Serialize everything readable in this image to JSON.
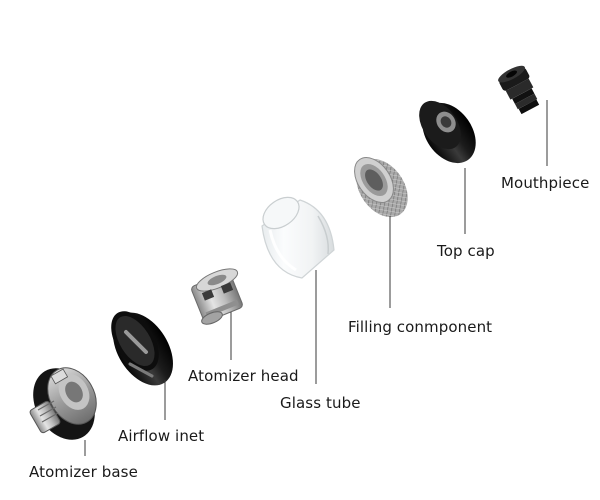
{
  "labels": {
    "atomizer_base": "Atomizer base",
    "airflow_inlet": "Airflow inet",
    "atomizer_head": "Atomizer head",
    "glass_tube": "Glass tube",
    "filling_component": "Filling conmponent",
    "top_cap": "Top cap",
    "mouthpiece": "Mouthpiece"
  },
  "colors": {
    "background": "#ffffff",
    "leader_line": "#3a3a3a",
    "black_part": "#151515",
    "steel": "#b8b8b8"
  }
}
